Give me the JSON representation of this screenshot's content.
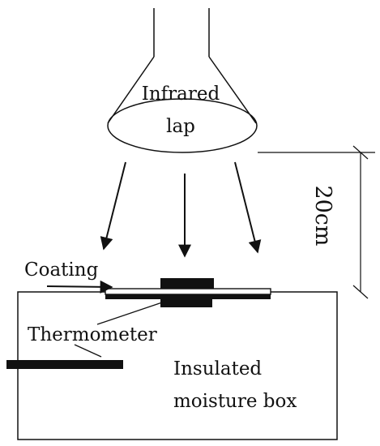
{
  "labels": {
    "lamp_line1": "Infrared",
    "lamp_line2": "lap",
    "distance": "20cm",
    "coating": "Coating",
    "thermometer": "Thermometer",
    "box_line1": "Insulated",
    "box_line2": "moisture box"
  },
  "colors": {
    "ink": "#111111",
    "background": "#ffffff"
  }
}
